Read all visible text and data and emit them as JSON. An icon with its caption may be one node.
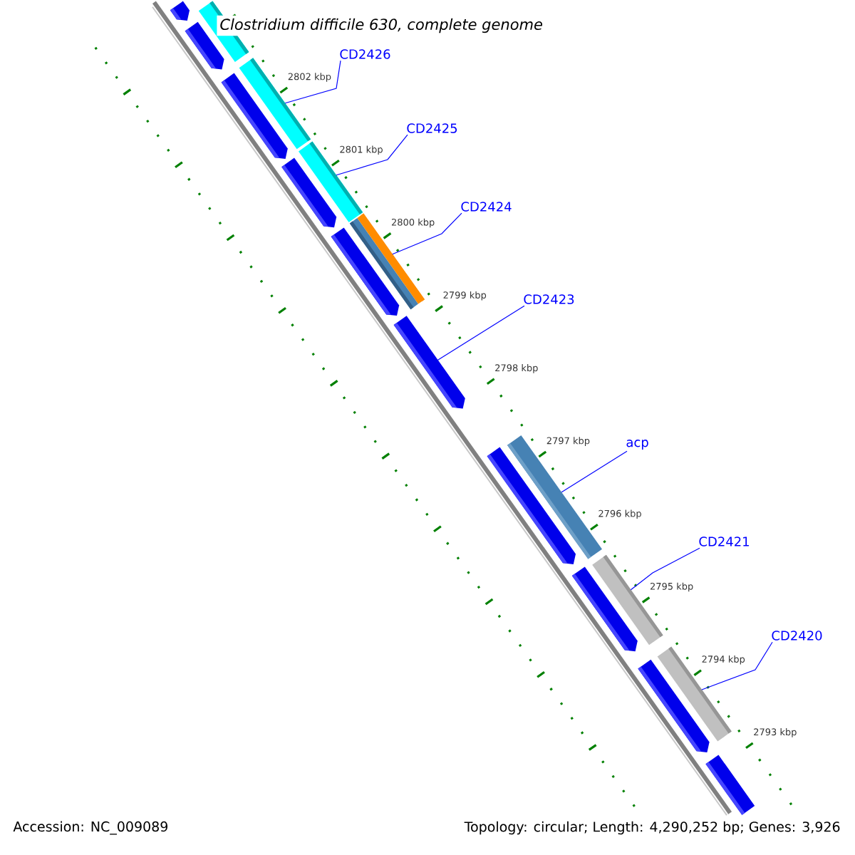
{
  "diagram": {
    "title": "Clostridium difficile 630, complete genome",
    "nodes": [
      {
        "text": [
          "CD2426"
        ]
      },
      {
        "text": [
          "CD2425"
        ]
      },
      {
        "text": [
          "CD2424"
        ]
      },
      {
        "text": [
          "CD2423"
        ]
      },
      {
        "text": [
          "acp"
        ]
      },
      {
        "text": [
          "CD2421"
        ]
      },
      {
        "text": [
          "CD2420"
        ]
      },
      {
        "text": [],
        "shape": "bar"
      },
      {
        "text": [],
        "shape": "bar"
      },
      {
        "text": [],
        "shape": "bar"
      },
      {
        "text": [],
        "shape": "pentagon"
      },
      {
        "text": [],
        "shape": "bar"
      },
      {
        "text": [],
        "shape": "bar"
      },
      {
        "text": [],
        "shape": "bar"
      }
    ],
    "edges": [
      {
        "from": 0,
        "to": 7,
        "arrow": "none"
      },
      {
        "from": 1,
        "to": 8,
        "arrow": "none"
      },
      {
        "from": 2,
        "to": 9,
        "arrow": "none"
      },
      {
        "from": 3,
        "to": 10,
        "arrow": "none"
      },
      {
        "from": 4,
        "to": 11,
        "arrow": "none"
      },
      {
        "from": 5,
        "to": 12,
        "arrow": "none"
      },
      {
        "from": 6,
        "to": 13,
        "arrow": "none"
      }
    ],
    "labels": [
      "2802 kbp",
      "2801 kbp",
      "2800 kbp",
      "2799 kbp",
      "2798 kbp",
      "2797 kbp",
      "2796 kbp",
      "2795 kbp",
      "2794 kbp",
      "2793 kbp",
      "Accession: NC_009089",
      "Topology: circular; Length: 4,290,252 bp; Genes: 3,926"
    ]
  }
}
